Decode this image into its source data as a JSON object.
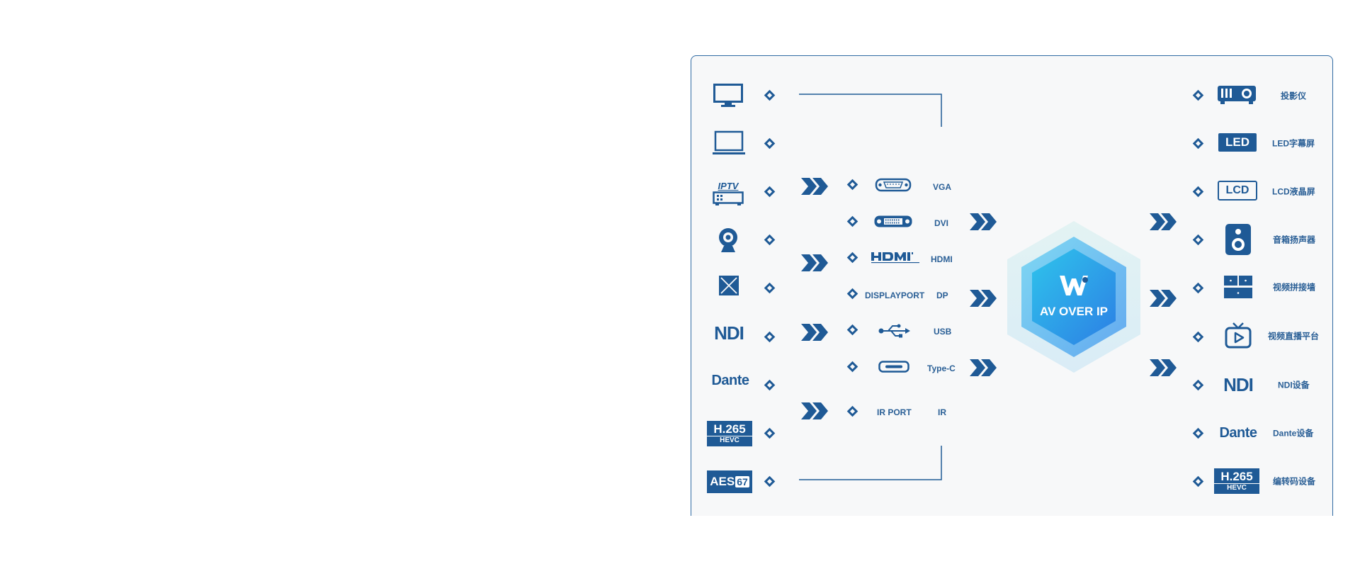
{
  "sources": {
    "iptv": "IPTV",
    "ndi": "NDI",
    "dante": "Dante",
    "h265_top": "H.265",
    "h265_bottom": "HEVC",
    "aes_left": "AES",
    "aes_num": "67"
  },
  "interfaces": {
    "vga": "VGA",
    "dvi": "DVI",
    "hdmi": "HDMI",
    "displayport_icon": "DISPLAYPORT",
    "dp": "DP",
    "usb": "USB",
    "typec": "Type-C",
    "irport_icon": "IR PORT",
    "ir": "IR"
  },
  "hub": {
    "title": "AV OVER IP"
  },
  "outputs": {
    "projector": "投影仪",
    "led_icon": "LED",
    "led": "LED字幕屏",
    "lcd_icon": "LCD",
    "lcd": "LCD液晶屏",
    "speaker": "音箱扬声器",
    "videowall": "视频拼接墙",
    "stream": "视频直播平台",
    "ndi_icon": "NDI",
    "ndi": "NDI设备",
    "dante_icon": "Dante",
    "dante": "Dante设备",
    "h265_top": "H.265",
    "h265_bottom": "HEVC",
    "codec": "编转码设备"
  },
  "colors": {
    "primary": "#1f5a96",
    "panel": "#f7f8f9",
    "hub": "#2f8fe0"
  }
}
